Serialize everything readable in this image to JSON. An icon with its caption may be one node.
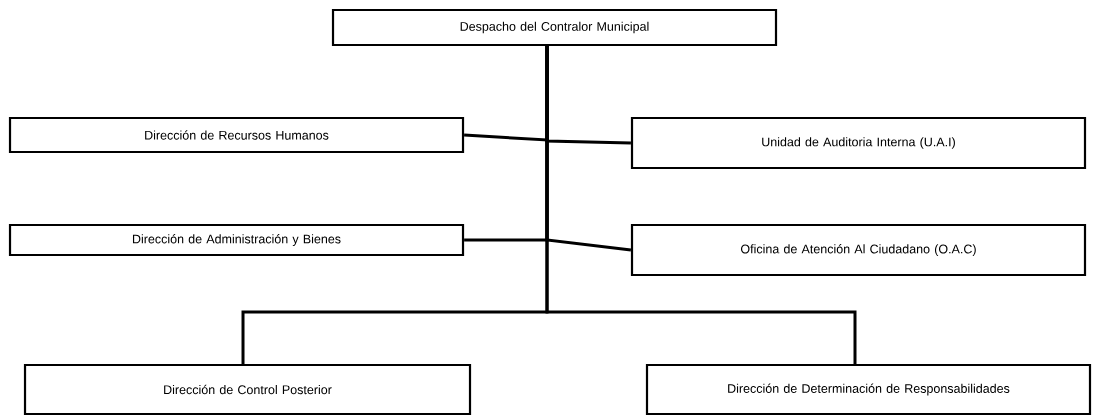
{
  "diagram": {
    "nodes": [
      {
        "text": [
          "Despacho del Contralor Municipal"
        ]
      },
      {
        "text": [
          "Dirección de Recursos Humanos"
        ]
      },
      {
        "text": [
          "Unidad de Auditoria Interna (U.A.I)"
        ]
      },
      {
        "text": [
          "Dirección de Administración y Bienes"
        ]
      },
      {
        "text": [
          "Oficina de Atención Al Ciudadano (O.A.C)"
        ]
      },
      {
        "text": [
          "Dirección de Control Posterior"
        ]
      },
      {
        "text": [
          "Dirección de Determinación de Responsabilidades"
        ]
      }
    ],
    "edges": [
      {
        "from": 0,
        "to": 1,
        "arrow": "none"
      },
      {
        "from": 0,
        "to": 2,
        "arrow": "none"
      },
      {
        "from": 0,
        "to": 3,
        "arrow": "none"
      },
      {
        "from": 0,
        "to": 4,
        "arrow": "none"
      },
      {
        "from": 0,
        "to": 5,
        "arrow": "none"
      },
      {
        "from": 0,
        "to": 6,
        "arrow": "none"
      }
    ]
  }
}
